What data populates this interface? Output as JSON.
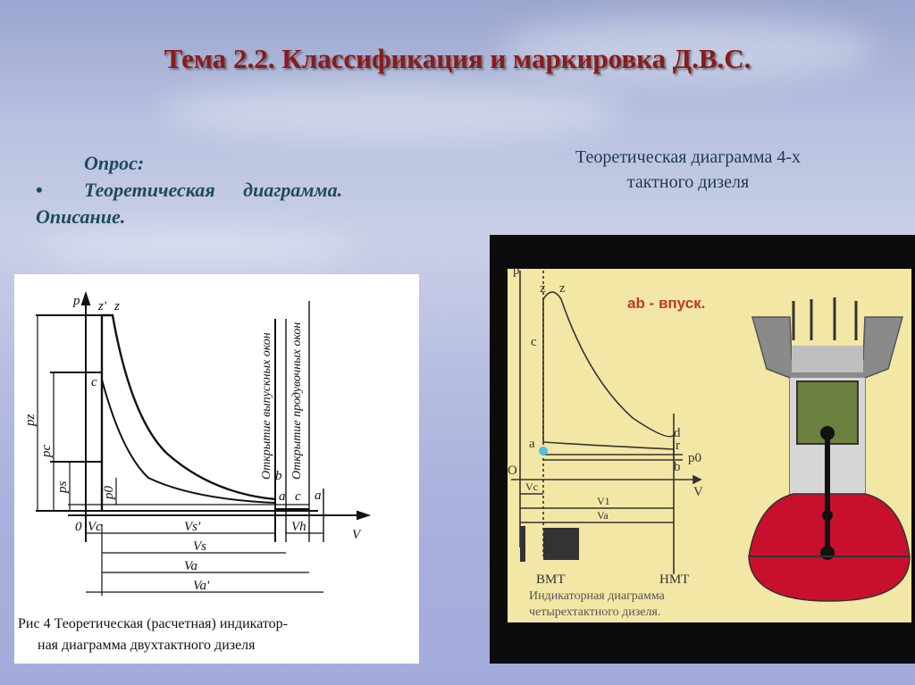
{
  "title": "Тема 2.2. Классификация и маркировка Д.В.С.",
  "survey": {
    "heading": "Опрос:",
    "bullet": "•",
    "item": "Теоретическая диаграмма.",
    "item2": "Описание."
  },
  "right_title": {
    "line1": "Теоретическая диаграмма 4-х",
    "line2": "тактного дизеля"
  },
  "left_figure": {
    "axis_p": "p",
    "axis_v": "V",
    "points": [
      "z'",
      "z",
      "c",
      "b",
      "a",
      "c",
      "a'"
    ],
    "pressures": [
      "pz",
      "pc",
      "ps",
      "p0"
    ],
    "volumes": [
      "Vc",
      "Vs'",
      "Vs",
      "Va",
      "Va'",
      "Vh",
      "0"
    ],
    "vertical_labels": [
      "Открытие выпускных окон",
      "Открытие продувочных окон"
    ],
    "caption_line1": "Рис 4 Теоретическая (расчетная) индикатор-",
    "caption_line2": "ная диаграмма двухтактного дизеля"
  },
  "right_figure": {
    "axis_p": "p",
    "axis_v": "V",
    "points": [
      "z",
      "z",
      "c",
      "d",
      "a",
      "r",
      "b",
      "p0",
      "O"
    ],
    "label_ab": "ab - впуск.",
    "volumes": [
      "Vc",
      "V1",
      "Va"
    ],
    "bmt": "BMT",
    "hmt": "HMT",
    "caption_line1": "Индикаторная диаграмма",
    "caption_line2": "четырехтактного дизеля."
  },
  "colors": {
    "title": "#8b1a1a",
    "panel_yellow": "#f3e7a5",
    "crankcase_red": "#c8102e",
    "label_red": "#c0392b"
  }
}
